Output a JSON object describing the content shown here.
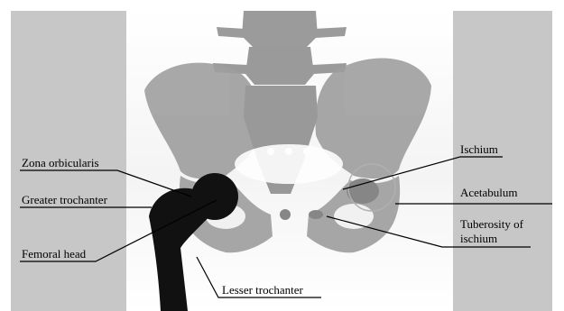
{
  "labels": {
    "zona_orbicularis": "Zona orbicularis",
    "greater_trochanter": "Greater trochanter",
    "femoral_head": "Femoral head",
    "lesser_trochanter": "Lesser trochanter",
    "ischium": "Ischium",
    "acetabulum": "Acetabulum",
    "tuberosity_line1": "Tuberosity of",
    "tuberosity_line2": "ischium"
  },
  "colors": {
    "side_panel": "#c7c7c7",
    "bone": "#9e9e9e",
    "spine": "#8a8a8a",
    "femur": "#111111",
    "line": "#000000"
  }
}
